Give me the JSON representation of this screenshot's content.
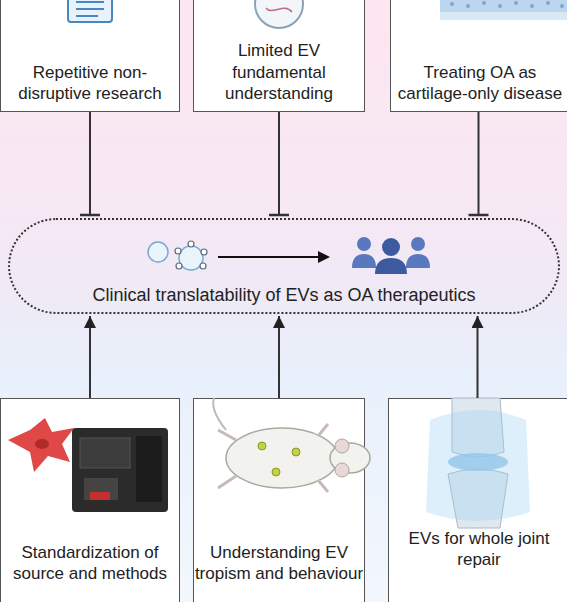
{
  "diagram": {
    "nodes": [
      {
        "text": [
          "Repetitive non-disruptive research"
        ]
      },
      {
        "text": [
          "Limited EV fundamental understanding"
        ]
      },
      {
        "text": [
          "Treating OA as cartilage-only disease"
        ]
      },
      {
        "text": [
          "Clinical translatability of EVs as OA therapeutics"
        ]
      },
      {
        "text": [
          "Standardization of source and methods"
        ]
      },
      {
        "text": [
          "Understanding EV tropism and behaviour"
        ]
      },
      {
        "text": [
          "EVs for whole joint repair"
        ]
      }
    ],
    "edges": [
      {
        "from": 0,
        "to": 3,
        "arrow": "to"
      },
      {
        "from": 1,
        "to": 3,
        "arrow": "to"
      },
      {
        "from": 2,
        "to": 3,
        "arrow": "to"
      },
      {
        "from": 4,
        "to": 3,
        "arrow": "to"
      },
      {
        "from": 5,
        "to": 3,
        "arrow": "to"
      },
      {
        "from": 6,
        "to": 3,
        "arrow": "to"
      }
    ]
  }
}
